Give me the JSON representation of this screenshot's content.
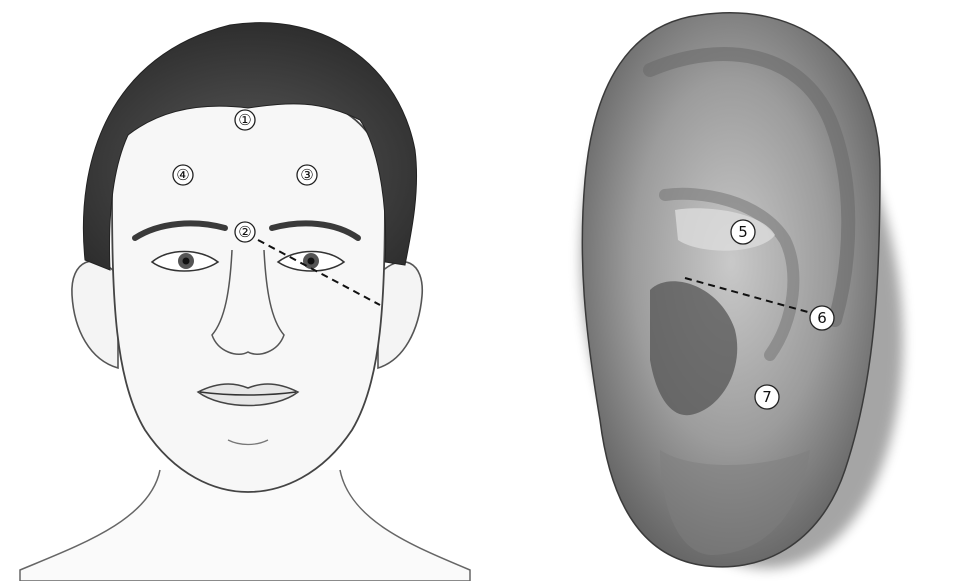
{
  "colors": {
    "background": "#ffffff",
    "hair": "#3e3e3e",
    "skin_line": "#555555",
    "ear_fill": "#8e8e8e",
    "ear_dark": "#4a4a4a",
    "marker_fill": "#ffffff",
    "marker_stroke": "#222222"
  },
  "face": {
    "markers": [
      {
        "label": "①"
      },
      {
        "label": "②"
      },
      {
        "label": "③"
      },
      {
        "label": "④"
      }
    ]
  },
  "ear": {
    "markers": [
      {
        "label": "5"
      },
      {
        "label": "6"
      },
      {
        "label": "7"
      }
    ]
  }
}
